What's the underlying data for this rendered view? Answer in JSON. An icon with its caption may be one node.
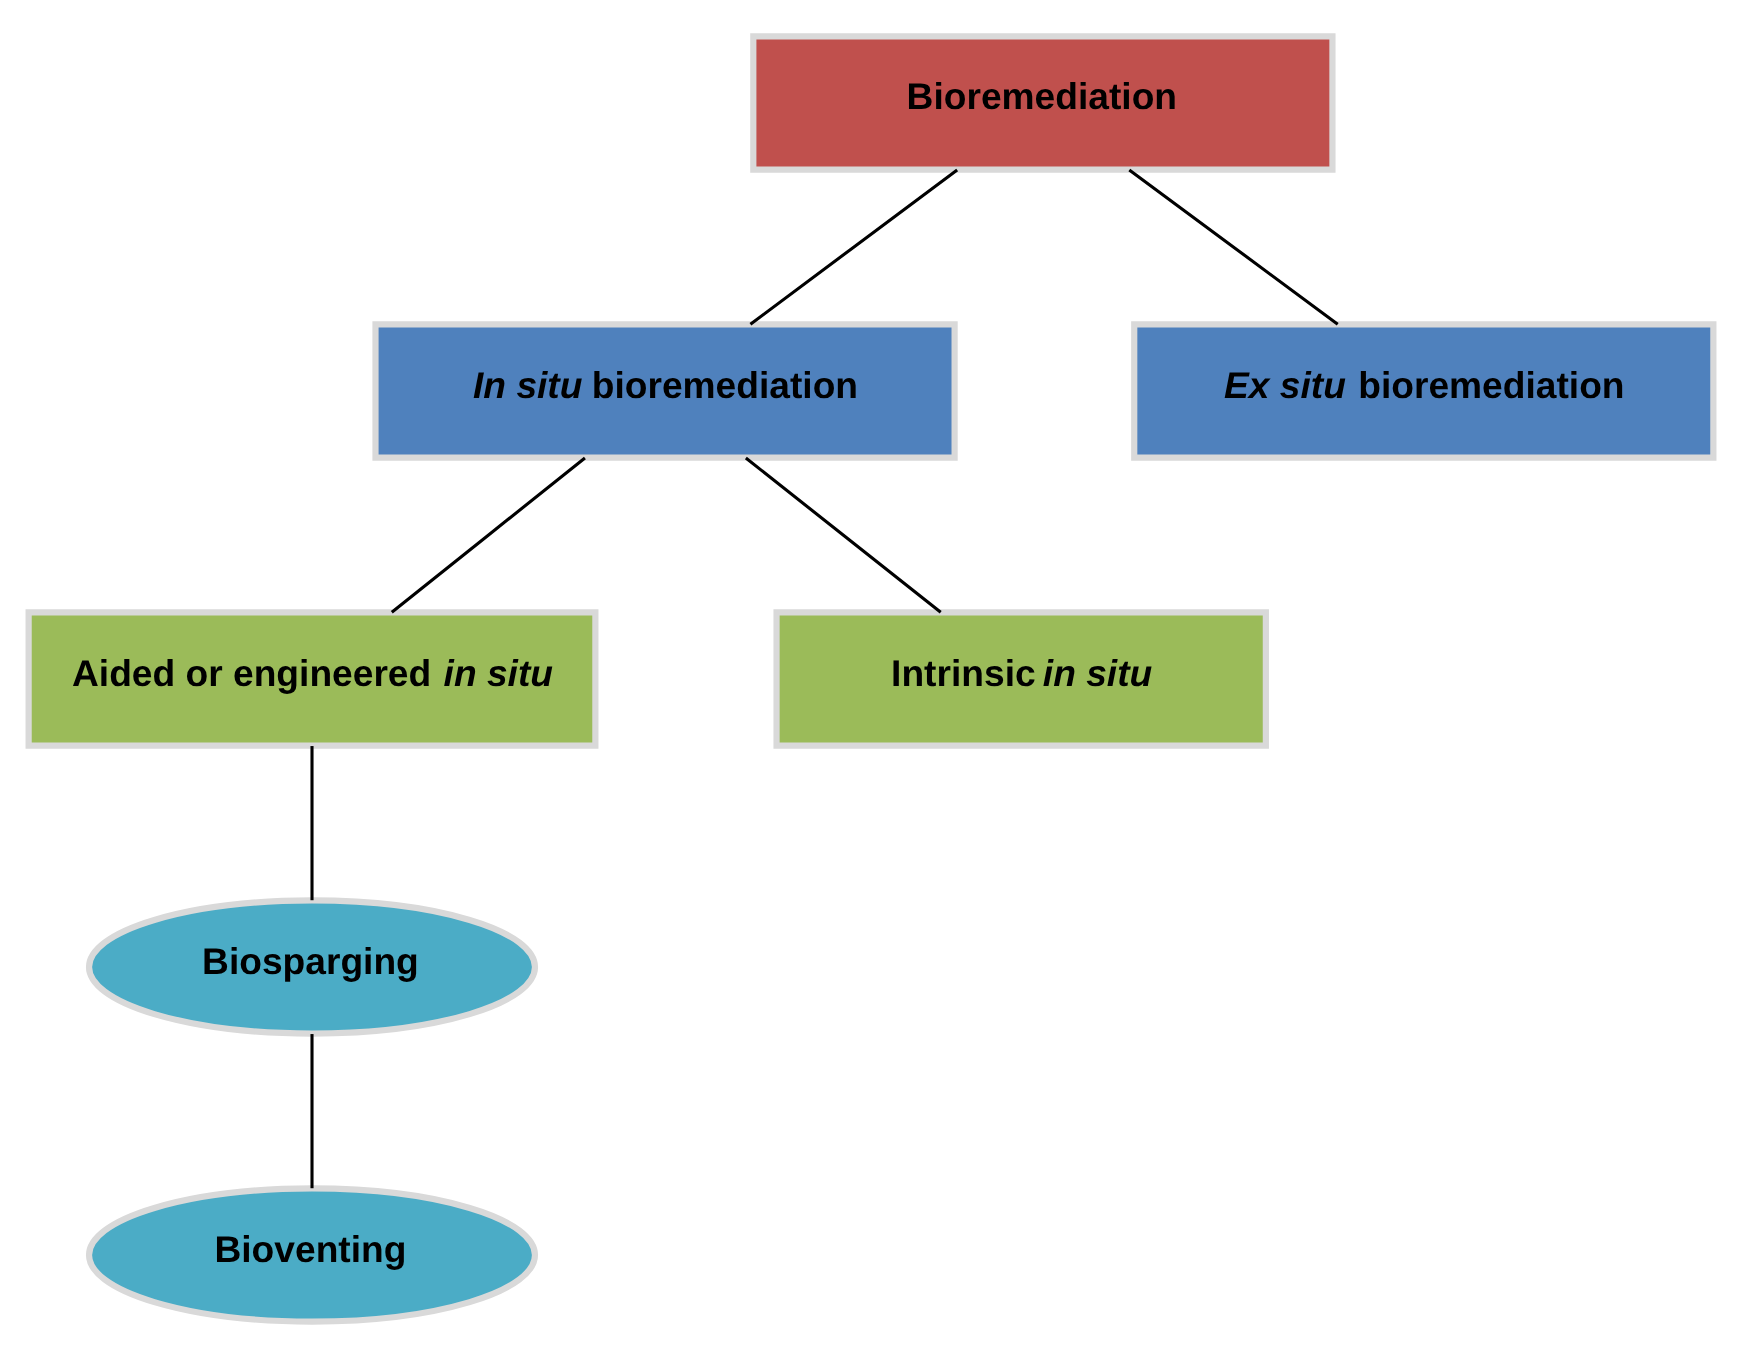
{
  "diagram": {
    "nodes": [
      {
        "text": [
          "Bioremediation"
        ]
      },
      {
        "text": [
          "*In situ* bioremediation"
        ]
      },
      {
        "text": [
          "*Ex situ* bioremediation"
        ]
      },
      {
        "text": [
          "Aided or engineered *in situ*"
        ]
      },
      {
        "text": [
          "Intrinsic *in situ*"
        ]
      },
      {
        "text": [
          "Biosparging"
        ]
      },
      {
        "text": [
          "Bioventing"
        ]
      }
    ],
    "edges": [
      {
        "from": 0,
        "to": 1,
        "arrow": "none"
      },
      {
        "from": 0,
        "to": 2,
        "arrow": "none"
      },
      {
        "from": 1,
        "to": 3,
        "arrow": "none"
      },
      {
        "from": 1,
        "to": 4,
        "arrow": "none"
      },
      {
        "from": 3,
        "to": 5,
        "arrow": "none"
      },
      {
        "from": 5,
        "to": 6,
        "arrow": "none"
      }
    ]
  }
}
